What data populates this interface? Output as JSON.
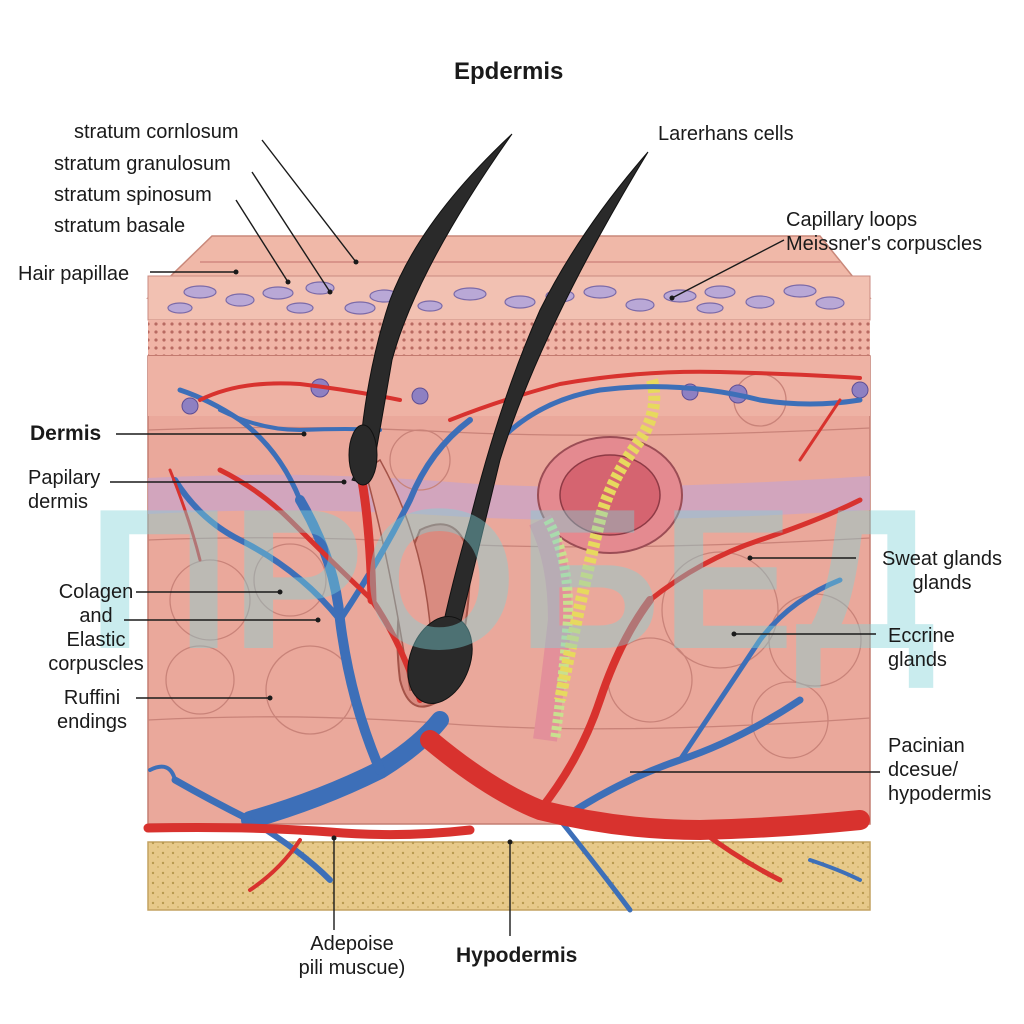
{
  "title": "Epdermis",
  "labels": {
    "stratum_corneum": "stratum cornlosum",
    "stratum_granulosum": "stratum granulosum",
    "stratum_spinosum": "stratum spinosum",
    "stratum_basale": "stratum basale",
    "hair_papillae": "Hair papillae",
    "langerhans": "Larerhans cells",
    "capillary": "Capillary loops\nMeissner's corpuscles",
    "dermis": "Dermis",
    "papillary": "Papilary\ndermis",
    "collagen": "Colagen\nand\nElastic\ncorpuscles",
    "ruffini": "Ruffini\nendings",
    "sweat": "Sweat glands\nglands",
    "eccrine": "Eccrine\nglands",
    "pacinian": "Pacinian\ndcesue/\nhypodermis",
    "adipose": "Adepoise\npili muscue)",
    "hypodermis": "Hypodermis"
  },
  "colors": {
    "epidermis": "#efb3a6",
    "dermis": "#eaa79a",
    "artery": "#d8322e",
    "vein": "#3d6fb8",
    "fat": "#e7c98a",
    "hair": "#2a2a2a",
    "cell": "#b9a8d6",
    "watermark": "#7fd3d8"
  },
  "watermark": "ПРОБЕД"
}
